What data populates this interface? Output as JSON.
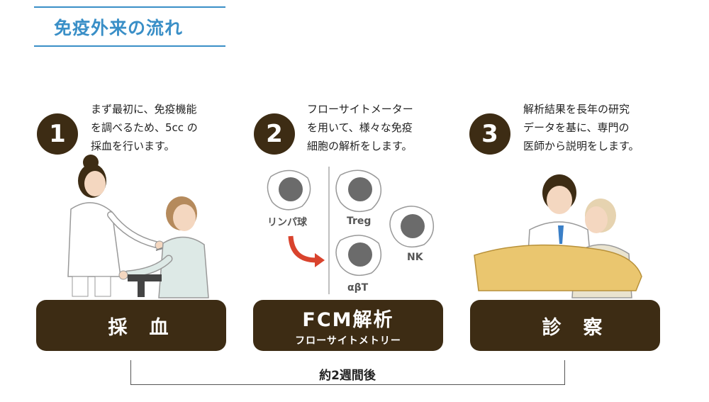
{
  "title": "免疫外来の流れ",
  "steps": [
    {
      "number": "1",
      "description": "まず最初に、免疫機能\nを調べるため、5cc の\n採血を行います。",
      "label": "採　血",
      "sublabel": ""
    },
    {
      "number": "2",
      "description": "フローサイトメーター\nを用いて、様々な免疫\n細胞の解析をします。",
      "label": "FCM解析",
      "sublabel": "フローサイトメトリー"
    },
    {
      "number": "3",
      "description": "解析結果を長年の研究\nデータを基に、専門の\n医師から説明をします。",
      "label": "診　察",
      "sublabel": ""
    }
  ],
  "cells": {
    "lymphocyte": "リンパ球",
    "treg": "Treg",
    "nk": "NK",
    "abt": "αβT"
  },
  "period": "約2週間後",
  "colors": {
    "title": "#3a8fc7",
    "label_bg": "#3d2c14",
    "arrow": "#d9432d",
    "cell_nucleus": "#6b6b6b"
  }
}
